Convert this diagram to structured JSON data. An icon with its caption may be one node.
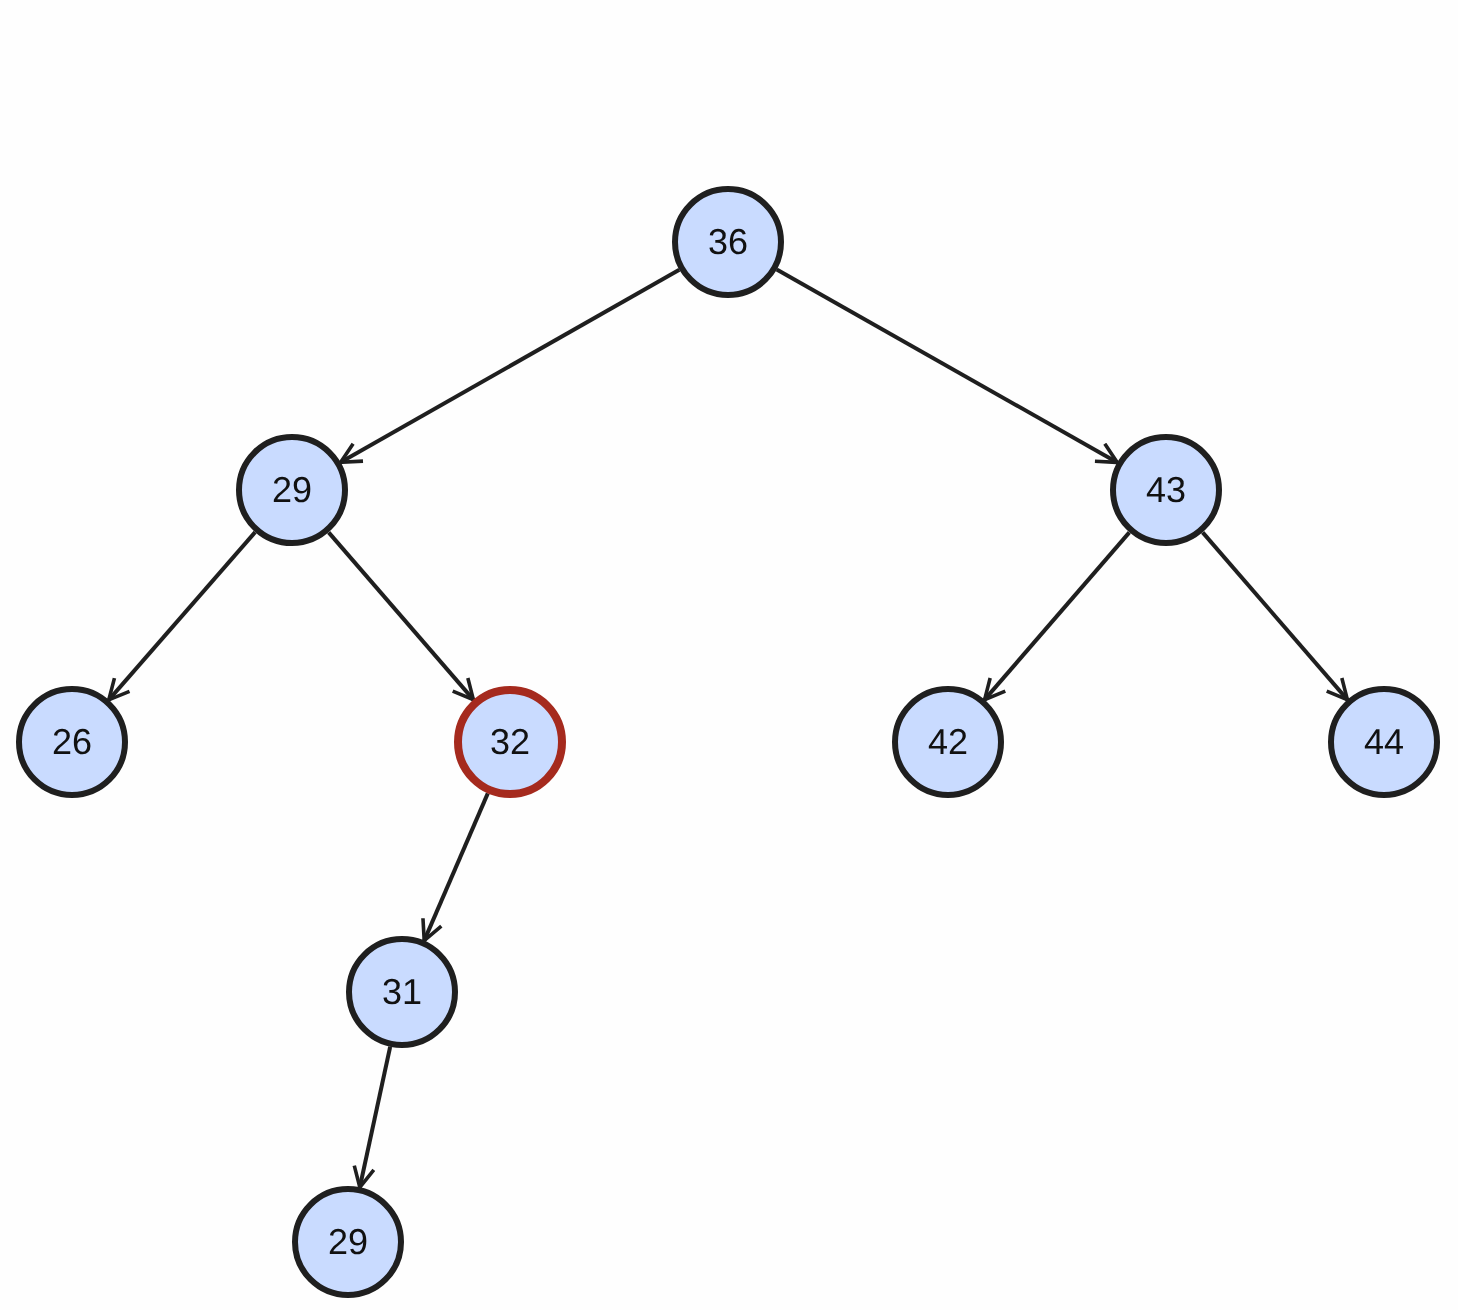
{
  "diagram": {
    "nodes": [
      {
        "text": [
          "36"
        ]
      },
      {
        "text": [
          "29"
        ]
      },
      {
        "text": [
          "43"
        ]
      },
      {
        "text": [
          "26"
        ]
      },
      {
        "text": [
          "32"
        ]
      },
      {
        "text": [
          "42"
        ]
      },
      {
        "text": [
          "44"
        ]
      },
      {
        "text": [
          "31"
        ]
      },
      {
        "text": [
          "29"
        ]
      }
    ],
    "edges": [
      {
        "from": 0,
        "to": 1,
        "arrow": "to"
      },
      {
        "from": 0,
        "to": 2,
        "arrow": "to"
      },
      {
        "from": 1,
        "to": 3,
        "arrow": "to"
      },
      {
        "from": 1,
        "to": 4,
        "arrow": "to"
      },
      {
        "from": 2,
        "to": 5,
        "arrow": "to"
      },
      {
        "from": 2,
        "to": 6,
        "arrow": "to"
      },
      {
        "from": 4,
        "to": 7,
        "arrow": "to"
      },
      {
        "from": 7,
        "to": 8,
        "arrow": "to"
      }
    ]
  }
}
